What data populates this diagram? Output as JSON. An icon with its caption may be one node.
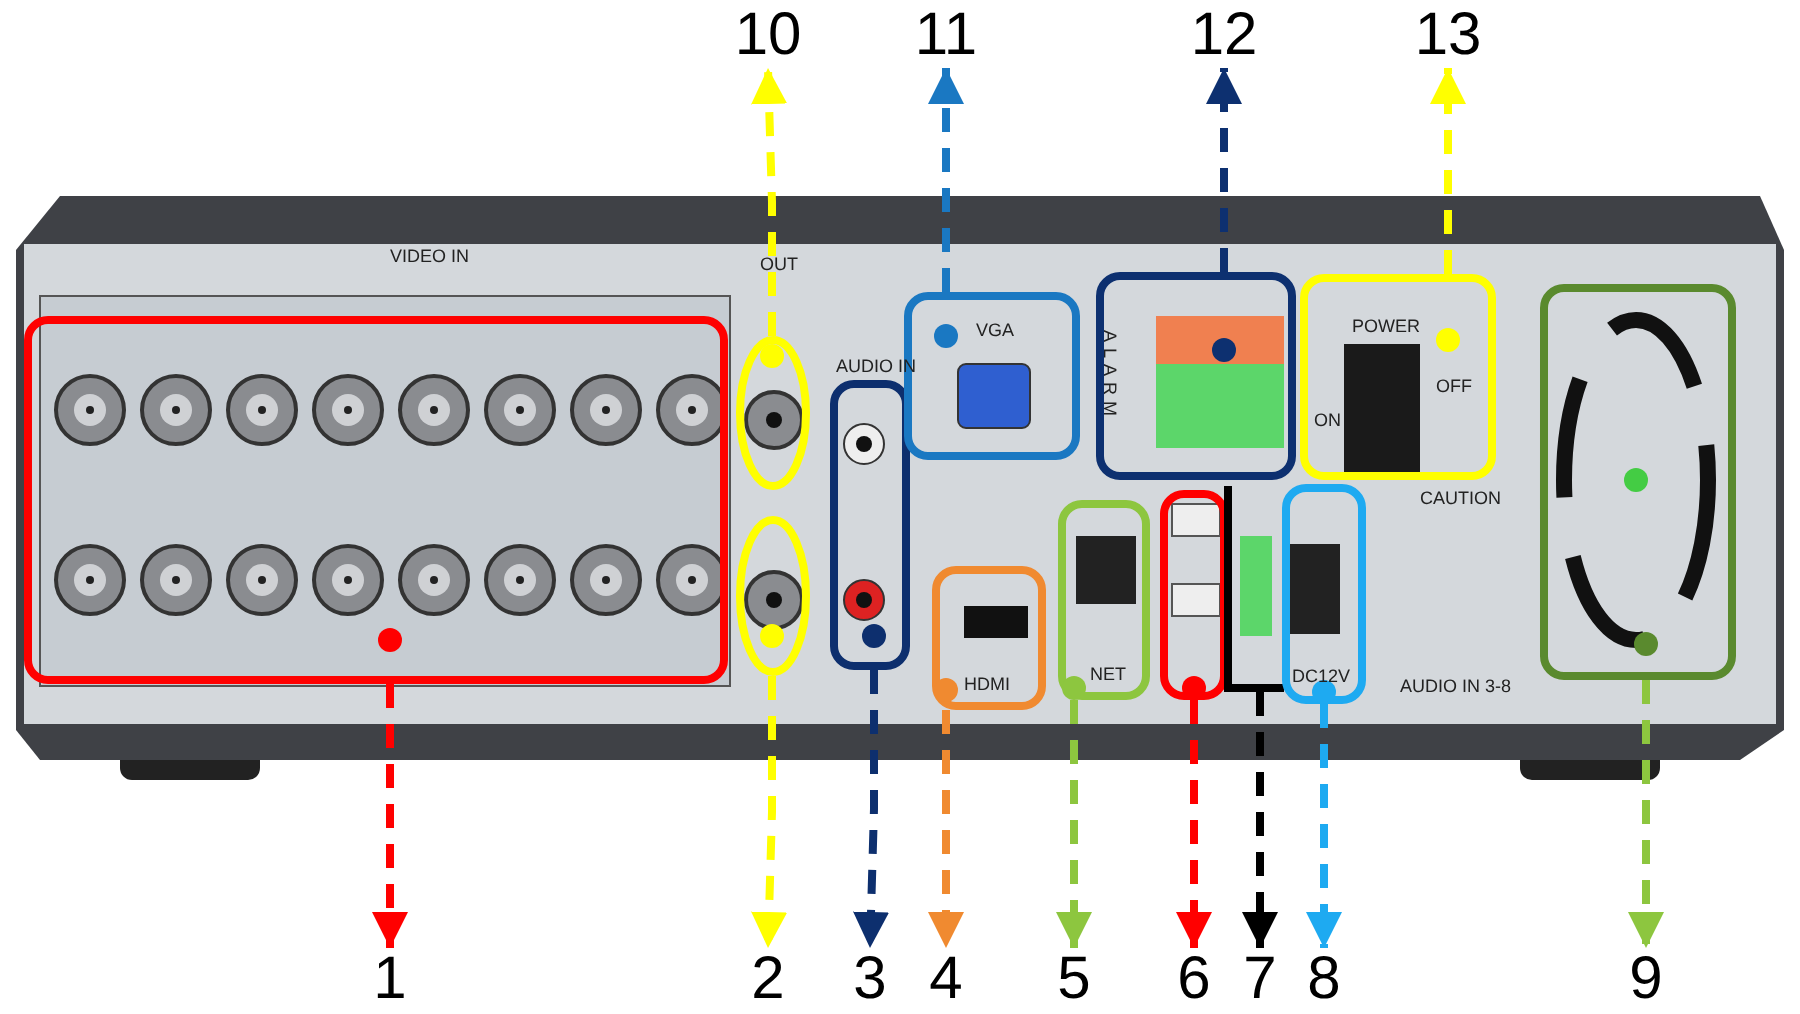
{
  "diagram": {
    "nodes": [
      {
        "text": [
          "1"
        ]
      },
      {
        "text": [
          "2"
        ]
      },
      {
        "text": [
          "3"
        ]
      },
      {
        "text": [
          "4"
        ]
      },
      {
        "text": [
          "5"
        ]
      },
      {
        "text": [
          "6"
        ]
      },
      {
        "text": [
          "7"
        ]
      },
      {
        "text": [
          "8"
        ]
      },
      {
        "text": [
          "9"
        ]
      },
      {
        "text": [
          "10"
        ]
      },
      {
        "text": [
          "11"
        ]
      },
      {
        "text": [
          "12"
        ]
      },
      {
        "text": [
          "13"
        ]
      },
      {
        "text": [],
        "shape": "box"
      },
      {
        "text": [],
        "shape": "circle"
      },
      {
        "text": [],
        "shape": "box"
      },
      {
        "text": [],
        "shape": "box"
      },
      {
        "text": [],
        "shape": "box"
      },
      {
        "text": [],
        "shape": "box"
      },
      {
        "text": [],
        "shape": "line"
      },
      {
        "text": [],
        "shape": "box"
      },
      {
        "text": [],
        "shape": "box"
      },
      {
        "text": [],
        "shape": "circle"
      },
      {
        "text": [],
        "shape": "box"
      },
      {
        "text": [],
        "shape": "box"
      },
      {
        "text": [],
        "shape": "box"
      }
    ],
    "edges": [
      {
        "from": 13,
        "to": 0,
        "arrow": "to",
        "style": "dashed",
        "color": "#ff0000"
      },
      {
        "from": 22,
        "to": 1,
        "arrow": "to",
        "style": "dashed",
        "color": "#ffff00"
      },
      {
        "from": 15,
        "to": 2,
        "arrow": "to",
        "style": "dashed",
        "color": "#0d2f6e"
      },
      {
        "from": 16,
        "to": 3,
        "arrow": "to",
        "style": "dashed",
        "color": "#f08a30"
      },
      {
        "from": 17,
        "to": 4,
        "arrow": "to",
        "style": "dashed",
        "color": "#8dc63f"
      },
      {
        "from": 18,
        "to": 5,
        "arrow": "to",
        "style": "dashed",
        "color": "#ff0000"
      },
      {
        "from": 19,
        "to": 6,
        "arrow": "to",
        "style": "dashed",
        "color": "#000000"
      },
      {
        "from": 20,
        "to": 7,
        "arrow": "to",
        "style": "dashed",
        "color": "#1eaaf1"
      },
      {
        "from": 21,
        "to": 8,
        "arrow": "to",
        "style": "dashed",
        "color": "#8dc63f"
      },
      {
        "from": 14,
        "to": 9,
        "arrow": "to",
        "style": "dashed",
        "color": "#ffff00"
      },
      {
        "from": 23,
        "to": 10,
        "arrow": "to",
        "style": "dashed",
        "color": "#1a78c2"
      },
      {
        "from": 24,
        "to": 11,
        "arrow": "to",
        "style": "dashed",
        "color": "#0d3070"
      },
      {
        "from": 25,
        "to": 12,
        "arrow": "to",
        "style": "dashed",
        "color": "#ffff00"
      }
    ],
    "labels": [
      "VIDEO IN",
      "OUT",
      "AUDIO IN",
      "VGA",
      "ALARM",
      "POWER",
      "ON",
      "OFF",
      "CAUTION",
      "HDMI",
      "NET",
      "DC12V",
      "AUDIO IN 3-8"
    ]
  }
}
